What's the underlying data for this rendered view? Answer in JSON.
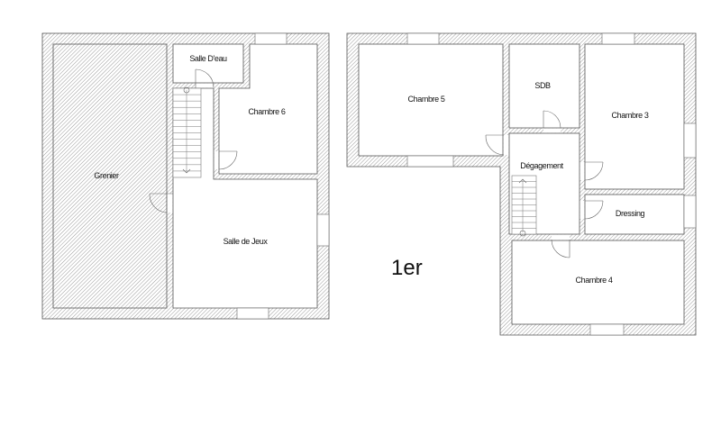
{
  "plan": {
    "level_label": "1er",
    "colors": {
      "wall_hatch": "#9a9a9a",
      "line": "#555555",
      "background": "#ffffff"
    },
    "left_plan": {
      "rooms": [
        {
          "name": "Grenier"
        },
        {
          "name": "Salle D'eau"
        },
        {
          "name": "Chambre 6"
        },
        {
          "name": "Salle de Jeux"
        }
      ]
    },
    "right_plan": {
      "rooms": [
        {
          "name": "Chambre 5"
        },
        {
          "name": "SDB"
        },
        {
          "name": "Chambre 3"
        },
        {
          "name": "Dégagement"
        },
        {
          "name": "Dressing"
        },
        {
          "name": "Chambre 4"
        }
      ]
    }
  }
}
